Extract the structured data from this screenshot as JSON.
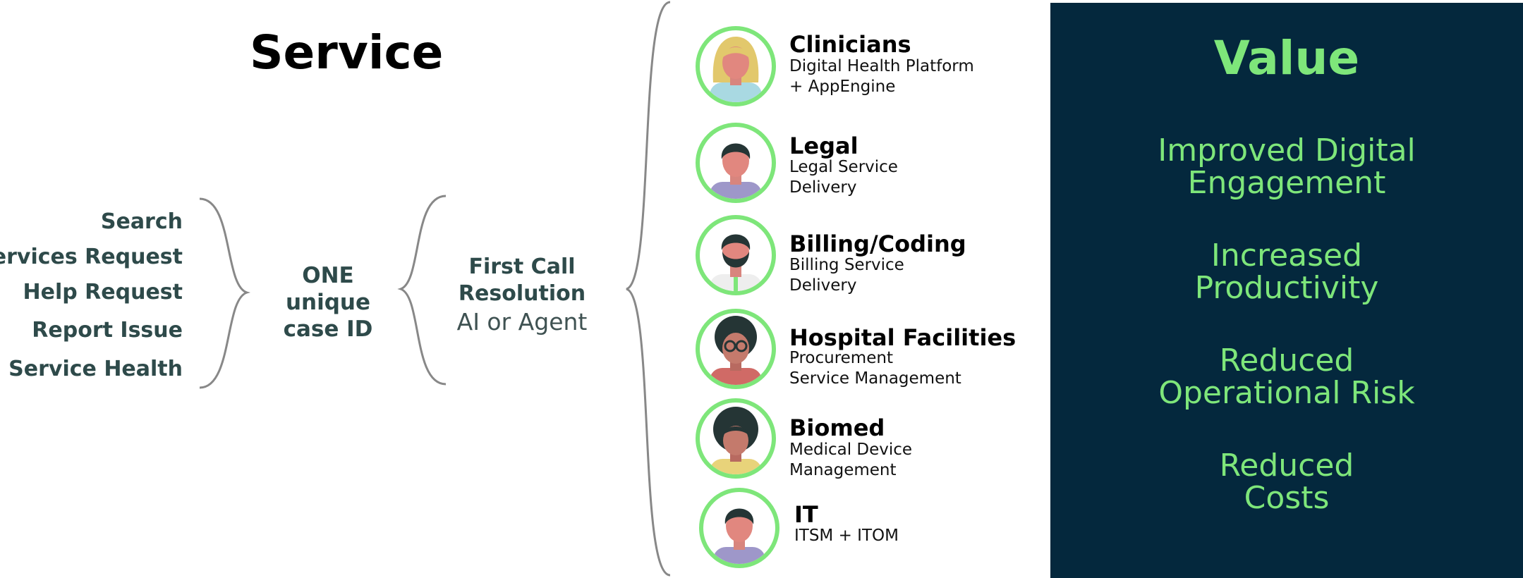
{
  "service": {
    "title": "Service",
    "channels": [
      "Search",
      "Services Request",
      "Help Request",
      "Report Issue",
      "Service Health"
    ],
    "case_id": [
      "ONE unique",
      "case ID"
    ],
    "fcr": [
      "First Call",
      "Resolution"
    ],
    "fcr_sub": "AI or Agent"
  },
  "personas": [
    {
      "title": "Clinicians",
      "desc": [
        "Digital Health Platform",
        "+ AppEngine"
      ],
      "icon": "female-clinician-avatar-icon"
    },
    {
      "title": "Legal",
      "desc": [
        "Legal Service",
        "Delivery"
      ],
      "icon": "male-avatar-icon"
    },
    {
      "title": "Billing/Coding",
      "desc": [
        "Billing Service",
        "Delivery"
      ],
      "icon": "bearded-male-avatar-icon"
    },
    {
      "title": "Hospital Facilities",
      "desc": [
        "Procurement",
        "Service Management"
      ],
      "icon": "glasses-avatar-icon"
    },
    {
      "title": "Biomed",
      "desc": [
        "Medical Device",
        "Management"
      ],
      "icon": "female-avatar-icon"
    },
    {
      "title": "IT",
      "desc": [
        "ITSM + ITOM"
      ],
      "icon": "male-avatar-icon"
    }
  ],
  "value": {
    "title": "Value",
    "items": [
      [
        "Improved Digital",
        "Engagement"
      ],
      [
        "Increased",
        "Productivity"
      ],
      [
        "Reduced",
        "Operational Risk"
      ],
      [
        "Reduced",
        "Costs"
      ]
    ]
  },
  "colors": {
    "accent_green": "#7ee67a",
    "panel_navy": "#04283d",
    "text_teal": "#2e4a4a",
    "brace_gray": "#888888"
  }
}
